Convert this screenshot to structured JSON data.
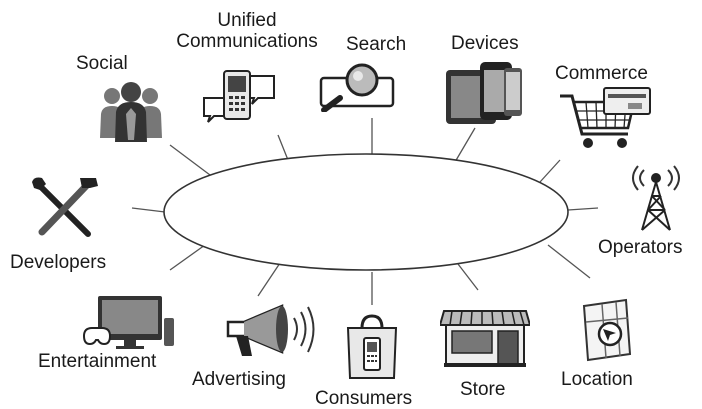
{
  "nodes": [
    {
      "id": "social",
      "label": "Social",
      "icon": "people-icon"
    },
    {
      "id": "uc",
      "label_line1": "Unified",
      "label_line2": "Communications",
      "icon": "phone-chat-icon"
    },
    {
      "id": "search",
      "label": "Search",
      "icon": "magnifier-icon"
    },
    {
      "id": "devices",
      "label": "Devices",
      "icon": "tablet-phone-icon"
    },
    {
      "id": "commerce",
      "label": "Commerce",
      "icon": "shopping-cart-icon"
    },
    {
      "id": "operators",
      "label": "Operators",
      "icon": "radio-tower-icon"
    },
    {
      "id": "location",
      "label": "Location",
      "icon": "map-pin-icon"
    },
    {
      "id": "store",
      "label": "Store",
      "icon": "storefront-icon"
    },
    {
      "id": "consumers",
      "label": "Consumers",
      "icon": "shopping-bag-phone-icon"
    },
    {
      "id": "advertising",
      "label": "Advertising",
      "icon": "megaphone-icon"
    },
    {
      "id": "entertainment",
      "label": "Entertainment",
      "icon": "tv-gamepad-icon"
    },
    {
      "id": "developers",
      "label": "Developers",
      "icon": "tools-icon"
    }
  ]
}
